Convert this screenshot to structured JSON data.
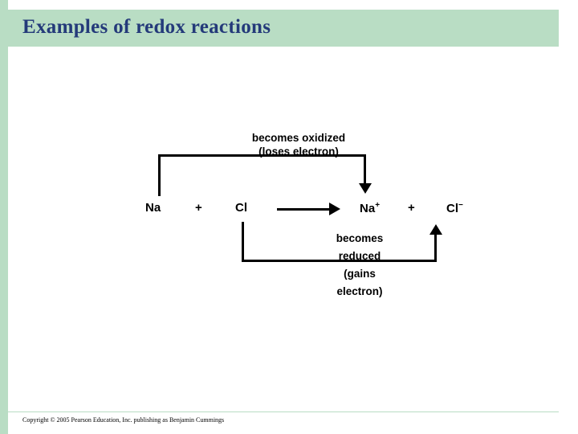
{
  "slide": {
    "title": "Examples of redox reactions",
    "banner_color": "#b9ddc4",
    "title_color": "#243a7a",
    "footer": "Copyright © 2005 Pearson Education, Inc. publishing as Benjamin Cummings"
  },
  "diagram": {
    "type": "redox-reaction-equation",
    "equation": {
      "reactant_1": "Na",
      "operator_1": "+",
      "reactant_2": "Cl",
      "arrow": "→",
      "product_1": "Na",
      "product_1_charge": "+",
      "operator_2": "+",
      "product_2": "Cl",
      "product_2_charge": "−"
    },
    "annotations": [
      {
        "id": "oxidation",
        "line_1": "becomes oxidized",
        "line_2": "(loses electron)",
        "from": "Na",
        "to": "Na+"
      },
      {
        "id": "reduction",
        "line_1": "becomes",
        "line_2": "reduced",
        "line_3": "(gains",
        "line_4": "electron)",
        "from": "Cl",
        "to": "Cl−"
      }
    ]
  }
}
